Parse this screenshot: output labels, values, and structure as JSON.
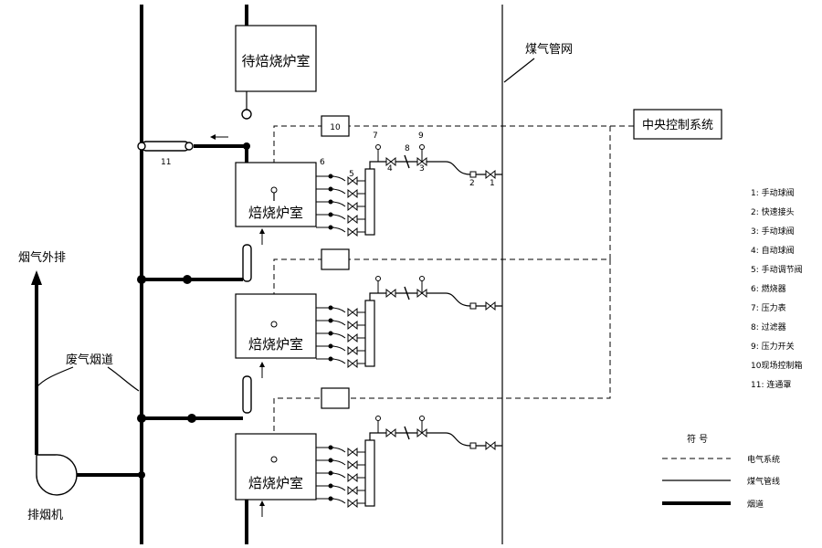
{
  "labels": {
    "standby_furnace": "待焙烧炉室",
    "furnace": "焙烧炉室",
    "gas_network": "煤气管网",
    "central_control": "中央控制系统",
    "flue_exhaust": "烟气外排",
    "waste_flue": "废气烟道",
    "exhaust_fan": "排烟机",
    "item_11": "11"
  },
  "callouts": {
    "c1": "1",
    "c2": "2",
    "c3": "3",
    "c4": "4",
    "c5": "5",
    "c6": "6",
    "c7": "7",
    "c8": "8",
    "c9": "9",
    "c10": "10"
  },
  "legend_items": [
    "1: 手动球阀",
    "2: 快速接头",
    "3: 手动球阀",
    "4: 自动球阀",
    "5: 手动调节阀",
    "6: 燃烧器",
    "7: 压力表",
    "8: 过滤器",
    "9: 压力开关",
    "10现场控制箱",
    "11: 连通罩"
  ],
  "symbol_legend": {
    "title": "符 号",
    "electrical": "电气系统",
    "gas_line": "煤气管线",
    "flue": "烟道"
  }
}
